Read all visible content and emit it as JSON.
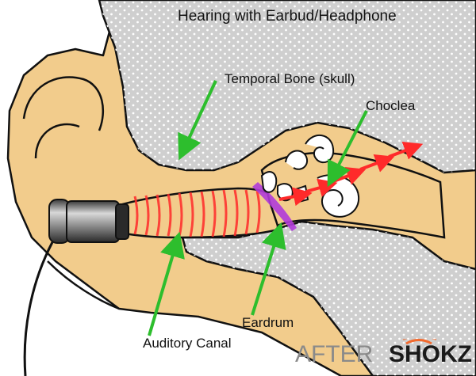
{
  "title": "Hearing with Earbud/Headphone",
  "labels": {
    "temporal_bone": "Temporal Bone (skull)",
    "cochlea": "Choclea",
    "eardrum": "Eardrum",
    "auditory_canal": "Auditory Canal"
  },
  "logo": {
    "part1": "AFTER",
    "part2": "SHOKZ"
  },
  "colors": {
    "skin": "#F2CC8C",
    "bone": "#CFCFCF",
    "label_arrow": "#2DBE2D",
    "sound_wave": "#FF2A2A",
    "eardrum": "#B03BD9",
    "logo_accent": "#F26A2E"
  }
}
